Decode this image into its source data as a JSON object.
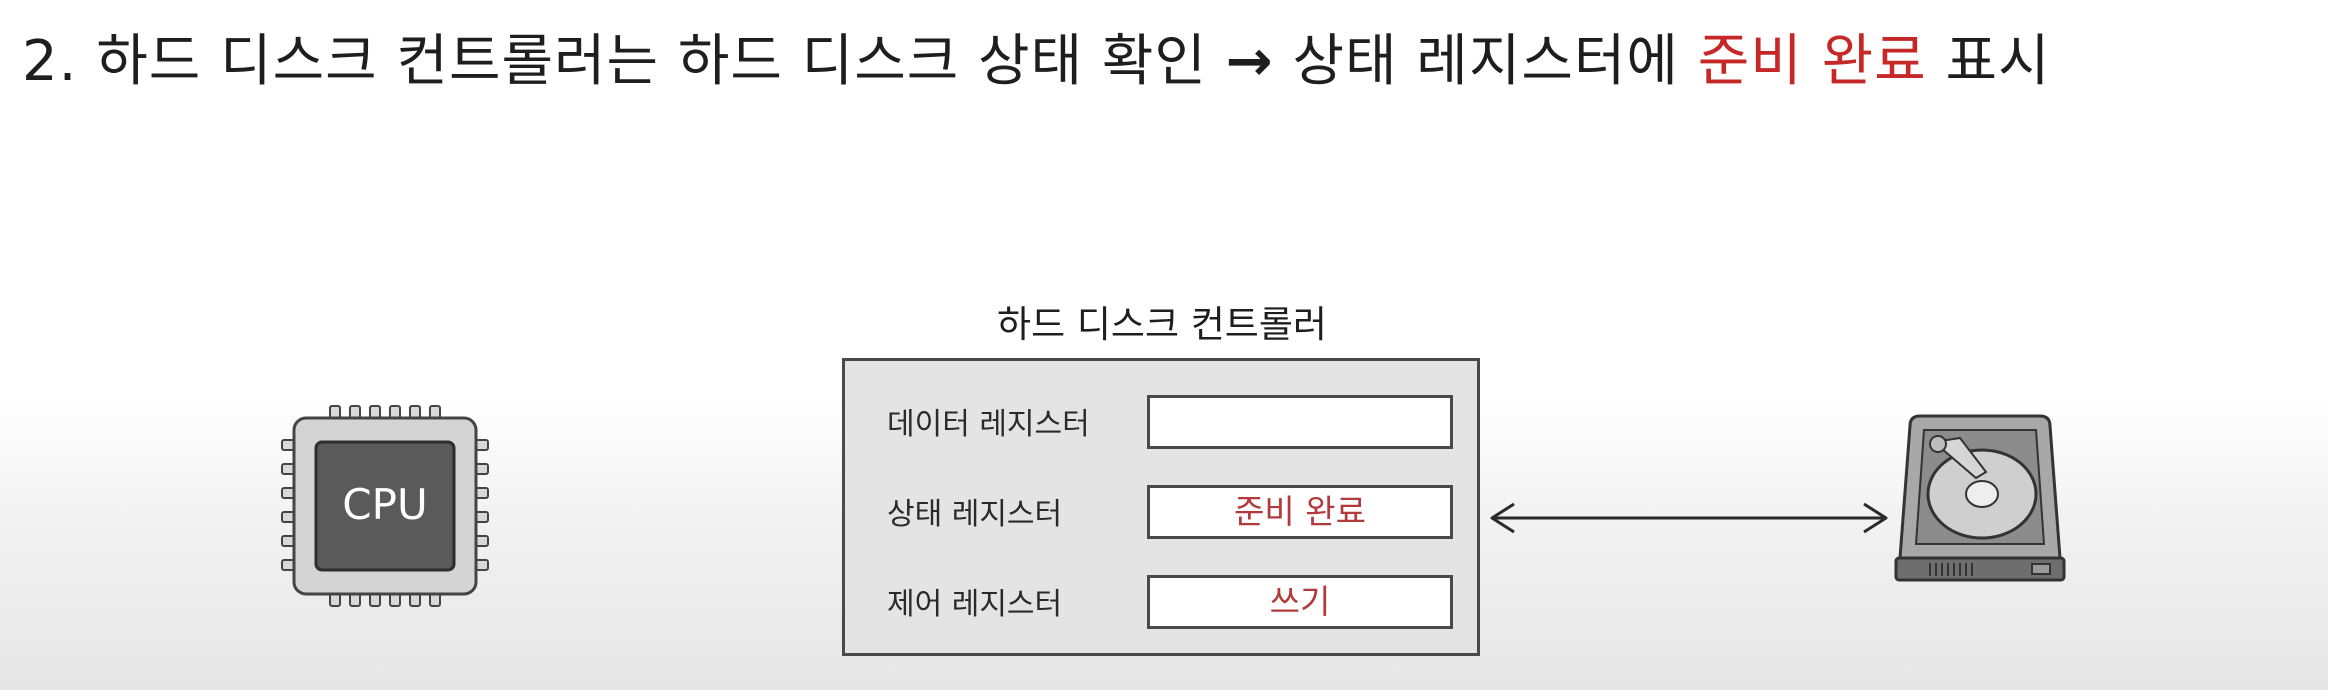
{
  "heading": {
    "prefix": "2. 하드 디스크 컨트롤러는 하드 디스크 상태 확인",
    "arrow": "→",
    "middle": "상태 레지스터에",
    "highlight": "준비 완료",
    "suffix": "표시"
  },
  "cpu": {
    "label": "CPU"
  },
  "controller": {
    "title": "하드 디스크 컨트롤러",
    "registers": [
      {
        "label": "데이터 레지스터",
        "value": ""
      },
      {
        "label": "상태 레지스터",
        "value": "준비 완료"
      },
      {
        "label": "제어 레지스터",
        "value": "쓰기"
      }
    ]
  },
  "colors": {
    "highlight": "#c62828",
    "register_value": "#b23a3a",
    "box_fill": "#e4e4e4",
    "outline": "#4a4a4a"
  },
  "icons": {
    "cpu": "cpu-chip-icon",
    "disk": "hard-disk-icon",
    "link": "double-headed-arrow"
  }
}
